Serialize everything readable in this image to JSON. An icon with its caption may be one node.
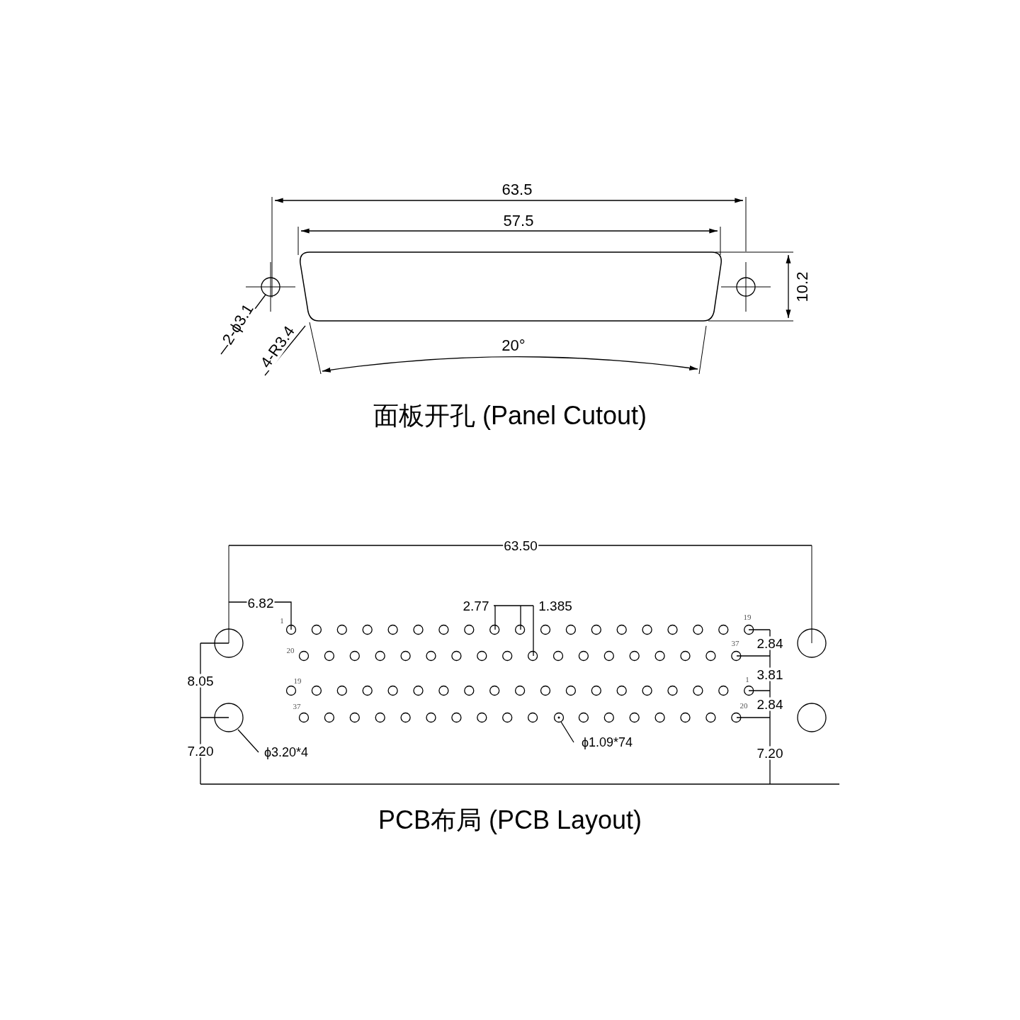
{
  "diagram": {
    "nodes": [
      {
        "text": [
          "2-ϕ3.1"
        ]
      },
      {
        "text": [],
        "shape": "circle"
      },
      {
        "text": [
          "4-R3.4"
        ]
      },
      {
        "text": [],
        "shape": "box"
      },
      {
        "text": [
          "ϕ3.20*4"
        ]
      },
      {
        "text": [],
        "shape": "circle"
      },
      {
        "text": [
          "ϕ1.09*74"
        ]
      },
      {
        "text": [],
        "shape": "circle"
      }
    ],
    "edges": [
      {
        "from": 0,
        "to": 1,
        "arrow": "none"
      },
      {
        "from": 2,
        "to": 3,
        "arrow": "none"
      },
      {
        "from": 4,
        "to": 5,
        "arrow": "none"
      },
      {
        "from": 6,
        "to": 7,
        "arrow": "none"
      }
    ],
    "labels": [
      "63.5",
      "57.5",
      "10.2",
      "20°",
      "面板开孔 (Panel Cutout)",
      "63.50",
      "6.82",
      "2.77",
      "1.385",
      "1",
      "19",
      "2.84",
      "20",
      "37",
      "3.81",
      "19",
      "1",
      "2.84",
      "37",
      "20",
      "8.05",
      "7.20",
      "7.20",
      "PCB布局 (PCB Layout)"
    ]
  }
}
